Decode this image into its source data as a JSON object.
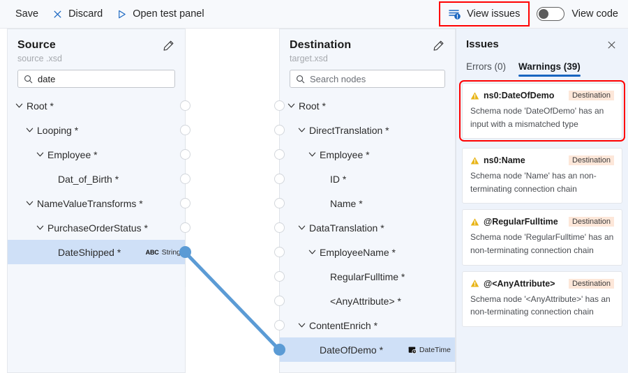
{
  "toolbar": {
    "save_label": "Save",
    "discard_label": "Discard",
    "discard_icon": "close-x-icon",
    "open_test_panel_label": "Open test panel",
    "open_test_panel_icon": "play-triangle-icon",
    "view_issues_label": "View issues",
    "view_issues_icon": "issues-list-alert-icon",
    "view_code_label": "View code",
    "view_code_toggle_state": "off",
    "highlight_color": "#ff0000"
  },
  "source": {
    "title": "Source",
    "subtitle": "source .xsd",
    "edit_icon": "pencil-icon",
    "search": {
      "value": "date",
      "placeholder": "Search nodes",
      "icon": "search-icon"
    },
    "tree": [
      {
        "label": "Root *",
        "indent": 0,
        "expandable": true,
        "type": "",
        "selected": false
      },
      {
        "label": "Looping *",
        "indent": 1,
        "expandable": true,
        "type": "",
        "selected": false
      },
      {
        "label": "Employee *",
        "indent": 2,
        "expandable": true,
        "type": "",
        "selected": false
      },
      {
        "label": "Dat_of_Birth *",
        "indent": 3,
        "expandable": false,
        "type": "",
        "selected": false
      },
      {
        "label": "NameValueTransforms *",
        "indent": 1,
        "expandable": true,
        "type": "",
        "selected": false
      },
      {
        "label": "PurchaseOrderStatus *",
        "indent": 2,
        "expandable": true,
        "type": "",
        "selected": false
      },
      {
        "label": "DateShipped *",
        "indent": 3,
        "expandable": false,
        "type": "String",
        "type_icon": "abc-string-icon",
        "selected": true
      }
    ]
  },
  "destination": {
    "title": "Destination",
    "subtitle": "target.xsd",
    "edit_icon": "pencil-icon",
    "search": {
      "value": "",
      "placeholder": "Search nodes",
      "icon": "search-icon"
    },
    "tree": [
      {
        "label": "Root *",
        "indent": 0,
        "expandable": true,
        "type": "",
        "selected": false
      },
      {
        "label": "DirectTranslation *",
        "indent": 1,
        "expandable": true,
        "type": "",
        "selected": false
      },
      {
        "label": "Employee *",
        "indent": 2,
        "expandable": true,
        "type": "",
        "selected": false
      },
      {
        "label": "ID *",
        "indent": 3,
        "expandable": false,
        "type": "",
        "selected": false
      },
      {
        "label": "Name *",
        "indent": 3,
        "expandable": false,
        "type": "",
        "selected": false
      },
      {
        "label": "DataTranslation *",
        "indent": 1,
        "expandable": true,
        "type": "",
        "selected": false
      },
      {
        "label": "EmployeeName *",
        "indent": 2,
        "expandable": true,
        "type": "",
        "selected": false
      },
      {
        "label": "RegularFulltime *",
        "indent": 3,
        "expandable": false,
        "type": "",
        "selected": false
      },
      {
        "label": "<AnyAttribute> *",
        "indent": 3,
        "expandable": false,
        "type": "",
        "selected": false
      },
      {
        "label": "ContentEnrich *",
        "indent": 1,
        "expandable": true,
        "type": "",
        "selected": false
      },
      {
        "label": "DateOfDemo *",
        "indent": 2,
        "expandable": false,
        "type": "DateTime",
        "type_icon": "datetime-calendar-clock-icon",
        "selected": true
      }
    ]
  },
  "connection": {
    "color": "#5b9bd5",
    "from_node": "DateShipped *",
    "to_node": "DateOfDemo *"
  },
  "issues": {
    "title": "Issues",
    "close_icon": "close-x-icon",
    "tabs": [
      {
        "label": "Errors (0)",
        "active": false
      },
      {
        "label": "Warnings (39)",
        "active": true
      }
    ],
    "items": [
      {
        "node": "ns0:DateOfDemo",
        "chip": "Destination",
        "description": "Schema node 'DateOfDemo' has an input with a mismatched type",
        "icon": "warning-triangle-icon",
        "highlighted": true
      },
      {
        "node": "ns0:Name",
        "chip": "Destination",
        "description": "Schema node 'Name' has an non-terminating connection chain",
        "icon": "warning-triangle-icon",
        "highlighted": false
      },
      {
        "node": "@RegularFulltime",
        "chip": "Destination",
        "description": "Schema node 'RegularFulltime' has an non-terminating connection chain",
        "icon": "warning-triangle-icon",
        "highlighted": false
      },
      {
        "node": "@<AnyAttribute>",
        "chip": "Destination",
        "description": "Schema node '<AnyAttribute>' has an non-terminating connection chain",
        "icon": "warning-triangle-icon",
        "highlighted": false
      }
    ]
  }
}
